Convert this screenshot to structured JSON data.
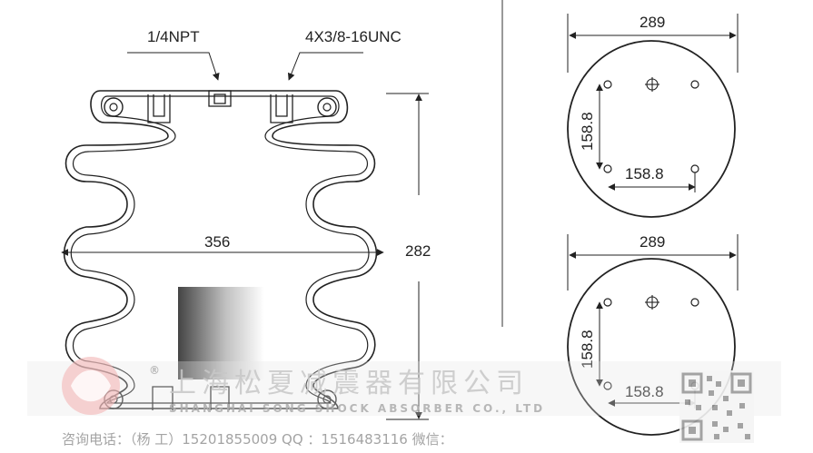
{
  "front_view": {
    "port_label": "1/4NPT",
    "stud_label": "4X3/8-16UNC",
    "width_label": "356",
    "height_label": "282"
  },
  "top_view": {
    "diameter_label": "289",
    "bolt_x_label": "158.8",
    "bolt_y_label": "158.8"
  },
  "bottom_view": {
    "diameter_label": "289",
    "bolt_x_label": "158.8",
    "bolt_y_label": "158.8"
  },
  "watermark": {
    "company_cn": "上海松夏减震器有限公司",
    "company_en": "SHANGHAI SONG SHOCK ABSORBER CO., LTD",
    "registered_mark": "®",
    "contact_line": "咨询电话：（杨  工）15201855009    QQ ：1516483116    微信："
  }
}
